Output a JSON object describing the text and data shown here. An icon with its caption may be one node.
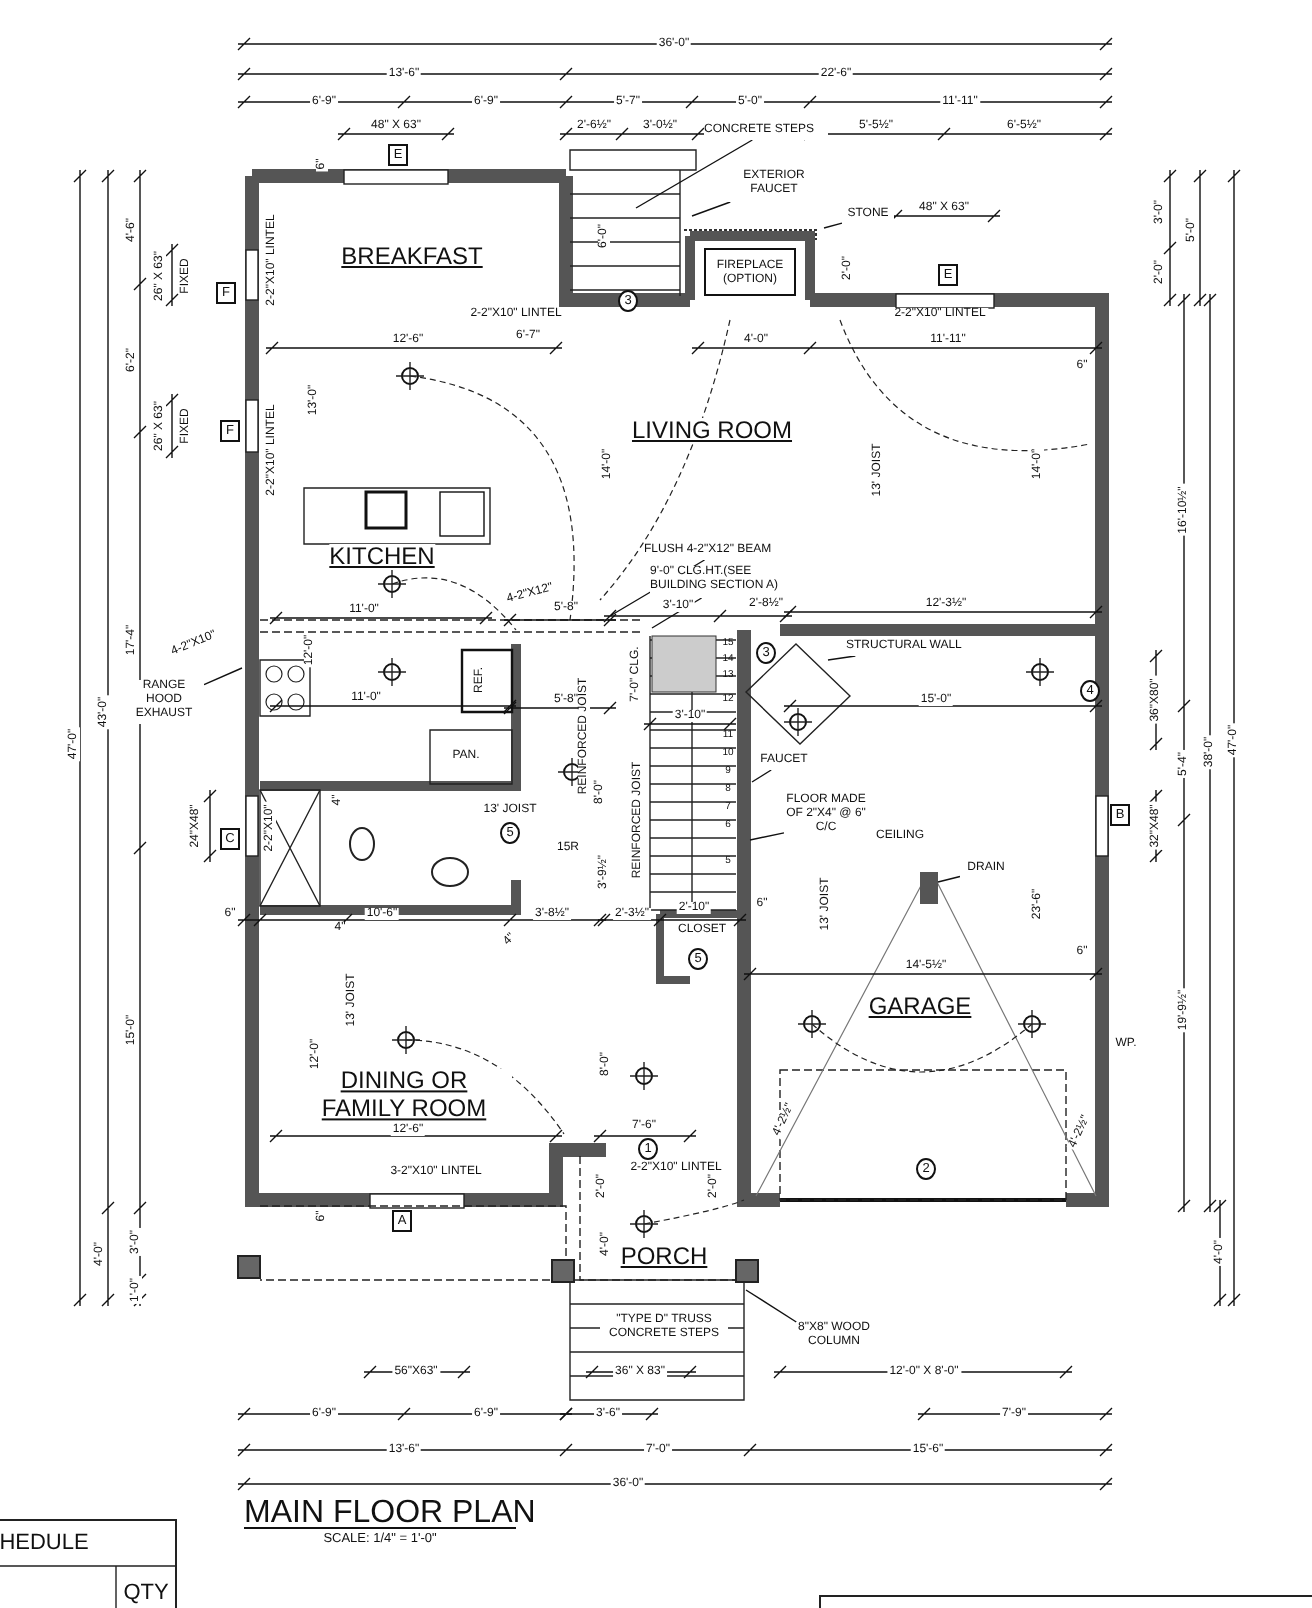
{
  "diagram": {
    "title": "MAIN FLOOR PLAN",
    "nodes": [
      {
        "text": [
          "FIREPLACE (OPTION)"
        ]
      },
      {
        "text": [
          "CONCRETE STEPS"
        ]
      },
      {
        "text": [
          "EXTERIOR FAUCET"
        ]
      },
      {
        "text": [
          "STONE"
        ]
      },
      {
        "text": [
          "RANGE HOOD EXHAUST"
        ]
      },
      {
        "text": [
          "FLUSH 4-2\"X12\" BEAM"
        ]
      },
      {
        "text": [
          "9'-0\" CLG.HT.(SEE BUILDING SECTION A)"
        ]
      },
      {
        "text": [
          "STRUCTURAL WALL"
        ]
      },
      {
        "text": [
          "FAUCET"
        ]
      },
      {
        "text": [
          "FLOOR MADE OF 2\"X4\" @ 6\" C/C"
        ]
      },
      {
        "text": [
          "DRAIN"
        ]
      },
      {
        "text": [
          "8\"X8\" WOOD COLUMN"
        ]
      },
      {
        "text": [
          "E"
        ]
      },
      {
        "text": [
          "E"
        ]
      },
      {
        "text": [
          "F"
        ]
      },
      {
        "text": [
          "F"
        ]
      },
      {
        "text": [
          "C"
        ]
      },
      {
        "text": [
          "B"
        ]
      },
      {
        "text": [
          "A"
        ]
      },
      {
        "text": [
          "3"
        ]
      },
      {
        "text": [
          "3"
        ]
      },
      {
        "text": [
          "5"
        ]
      },
      {
        "text": [
          "5"
        ]
      },
      {
        "text": [
          "1"
        ]
      },
      {
        "text": [
          "2"
        ]
      },
      {
        "text": [
          "4"
        ]
      }
    ],
    "edges": [
      {
        "from": 1,
        "to": null,
        "arrow": "none"
      },
      {
        "from": 2,
        "to": null,
        "arrow": "none"
      },
      {
        "from": 3,
        "to": null,
        "arrow": "none"
      },
      {
        "from": 4,
        "to": null,
        "arrow": "none"
      },
      {
        "from": 5,
        "to": null,
        "arrow": "none"
      },
      {
        "from": 6,
        "to": null,
        "arrow": "none"
      },
      {
        "from": 7,
        "to": null,
        "arrow": "none"
      },
      {
        "from": 8,
        "to": null,
        "arrow": "none"
      },
      {
        "from": 9,
        "to": null,
        "arrow": "none"
      },
      {
        "from": 10,
        "to": null,
        "arrow": "none"
      },
      {
        "from": 11,
        "to": null,
        "arrow": "none"
      }
    ],
    "labels": [
      "36'-0\"",
      "13'-6\"",
      "22'-6\"",
      "6'-9\"",
      "6'-9\"",
      "5'-7\"",
      "5'-0\"",
      "11'-11\"",
      "48\" X 63\"",
      "2'-6½\"",
      "3'-0½\"",
      "5'-5½\"",
      "6'-5½\"",
      "6\"",
      "6'-0\"",
      "48\" X 63\"",
      "2'-0\"",
      "3'-0\"",
      "5'-0\"",
      "2'-0\"",
      "4'-6\"",
      "26\" X 63\"",
      "FIXED",
      "2-2\"X10\" LINTEL",
      "BREAKFAST",
      "2-2\"X10\" LINTEL",
      "2-2\"X10\" LINTEL",
      "12'-6\"",
      "6'-7\"",
      "4'-0\"",
      "11'-11\"",
      "6\"",
      "6'-2\"",
      "26\" X 63\"",
      "FIXED",
      "13'-0\"",
      "2-2\"X10\" LINTEL",
      "LIVING ROOM",
      "14'-0\"",
      "13' JOIST",
      "14'-0\"",
      "16'-10½\"",
      "KITCHEN",
      "17'-4\"",
      "43'-0\"",
      "47'-0\"",
      "47'-0\"",
      "38'-0\"",
      "11'-0\"",
      "4-2\"X10\"",
      "12'-0\"",
      "5'-8\"",
      "4-2\"X12\"",
      "3'-10\"",
      "2'-8½\"",
      "12'-3½\"",
      "7'-0\" CLG.",
      "11'-0\"",
      "REF.",
      "5'-8\"",
      "PAN.",
      "3'-10\"",
      "15'-0\"",
      "5'-4\"",
      "36\"X80\"",
      "8'-0\"",
      "REINFORCED JOIST",
      "REINFORCED JOIST",
      "13' JOIST",
      "15R",
      "3'-9½\"",
      "24\"X48\"",
      "2-2\"X10\"",
      "4\"",
      "32\"X48\"",
      "CEILING",
      "13' JOIST",
      "23'-6\"",
      "6\"",
      "6\"",
      "4\"",
      "10'-6\"",
      "3'-8½\"",
      "2'-3½\"",
      "2'-10\"",
      "CLOSET",
      "4\"",
      "14'-5½\"",
      "6\"",
      "13' JOIST",
      "GARAGE",
      "19'-9½\"",
      "WP.",
      "12'-0\"",
      "15'-0\"",
      "DINING OR FAMILY ROOM",
      "8'-0\"",
      "4'-2½\"",
      "4'-2½\"",
      "12'-6\"",
      "7'-6\"",
      "2-2\"X10\" LINTEL",
      "3-2\"X10\" LINTEL",
      "2'-0\"",
      "2'-0\"",
      "6\"",
      "PORCH",
      "4'-0\"",
      "4'-0\"",
      "3'-0\"",
      "1'-0\"",
      "4'-0\"",
      "\"TYPE D\" TRUSS CONCRETE STEPS",
      "56\"X63\"",
      "36\" X 83\"",
      "12'-0\" X 8'-0\"",
      "6'-9\"",
      "6'-9\"",
      "3'-6\"",
      "7'-9\"",
      "13'-6\"",
      "7'-0\"",
      "15'-6\"",
      "36'-0\"",
      "SCALE: 1/4\" = 1'-0\"",
      "HEDULE",
      "QTY",
      "15",
      "14",
      "13",
      "12",
      "11",
      "10",
      "9",
      "8",
      "7",
      "6",
      "5"
    ]
  }
}
